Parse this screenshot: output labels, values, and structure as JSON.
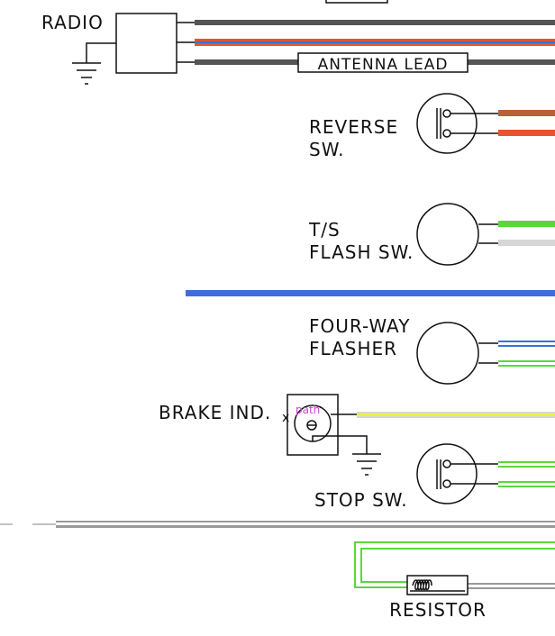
{
  "labels": {
    "radio": "RADIO",
    "antenna_lead": "ANTENNA LEAD",
    "reverse_sw_line1": "REVERSE",
    "reverse_sw_line2": "SW.",
    "ts_flash_line1": "T/S",
    "ts_flash_line2": "FLASH SW.",
    "four_way_line1": "FOUR-WAY",
    "four_way_line2": "FLASHER",
    "brake_ind": "BRAKE IND.",
    "brake_ind_marker": "x",
    "path_note": "path",
    "stop_sw": "STOP SW.",
    "resistor": "RESISTOR"
  },
  "wire_colors": {
    "dark_gray": "#555555",
    "orange": "#e8542a",
    "brown": "#b8603a",
    "blue": "#3a6fd8",
    "green": "#5ad83a",
    "light_gray": "#d6d6d6",
    "yellow": "#f0f040",
    "gray": "#9a9a9a"
  },
  "icons": [
    "ground-icon",
    "switch-contact-icon",
    "resistor-coil-icon"
  ]
}
